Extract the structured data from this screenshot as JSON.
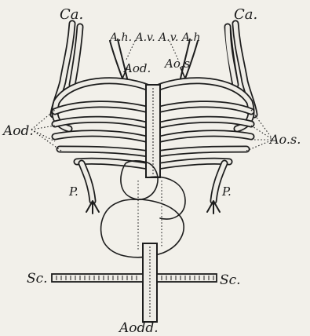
{
  "labels": {
    "ca_left": "Ca.",
    "ca_right": "Ca.",
    "top_line": "A.h. A.v. A.v. A.h",
    "aod_top": "Aod.",
    "aos_top": "Ao.s",
    "aod_left": "Aod.",
    "aos_right": "Ao.s.",
    "p_left": "P.",
    "p_right": "P.",
    "sc_left": "Sc.",
    "sc_right": "Sc.",
    "aodd_bottom": "Aodd."
  },
  "colors": {
    "background": "#f2f0ea",
    "ink": "#1d1d1d"
  }
}
